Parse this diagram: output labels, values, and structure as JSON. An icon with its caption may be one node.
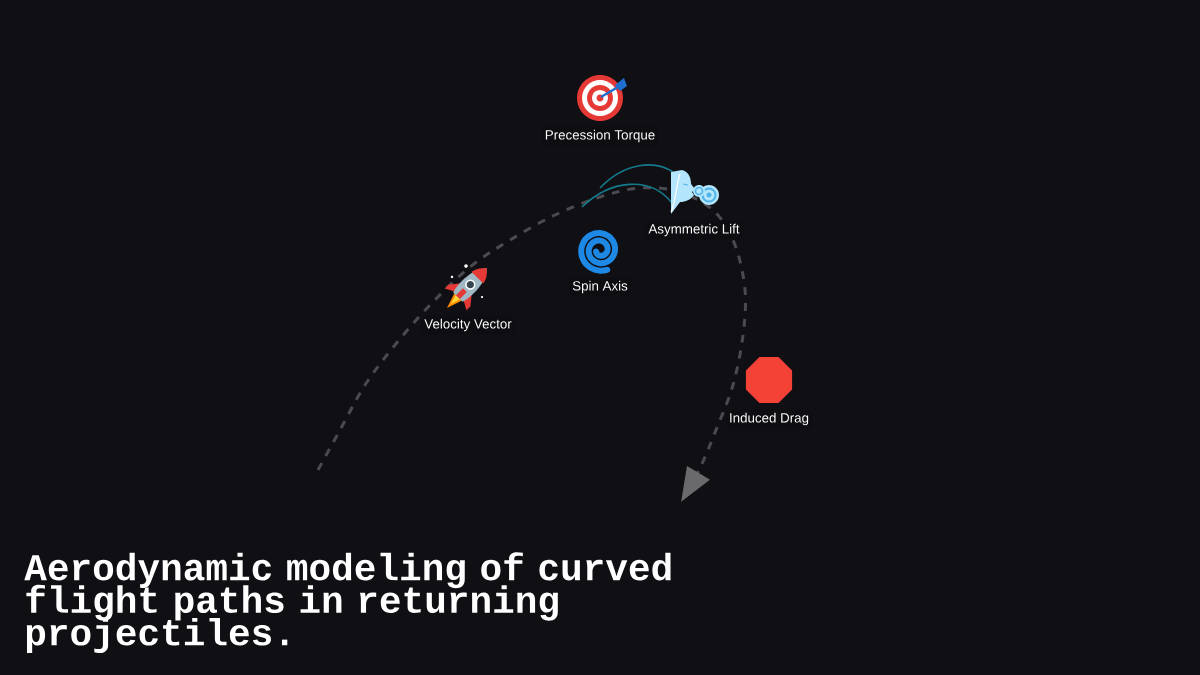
{
  "diagram": {
    "title": "Aerodynamic modeling of curved flight paths in returning projectiles.",
    "nodes": [
      {
        "text": [
          "Precession Torque"
        ]
      },
      {
        "text": [
          "Asymmetric Lift"
        ]
      },
      {
        "text": [
          "Spin Axis"
        ]
      },
      {
        "text": [
          "Velocity Vector"
        ]
      },
      {
        "text": [
          "Induced Drag"
        ]
      }
    ]
  }
}
